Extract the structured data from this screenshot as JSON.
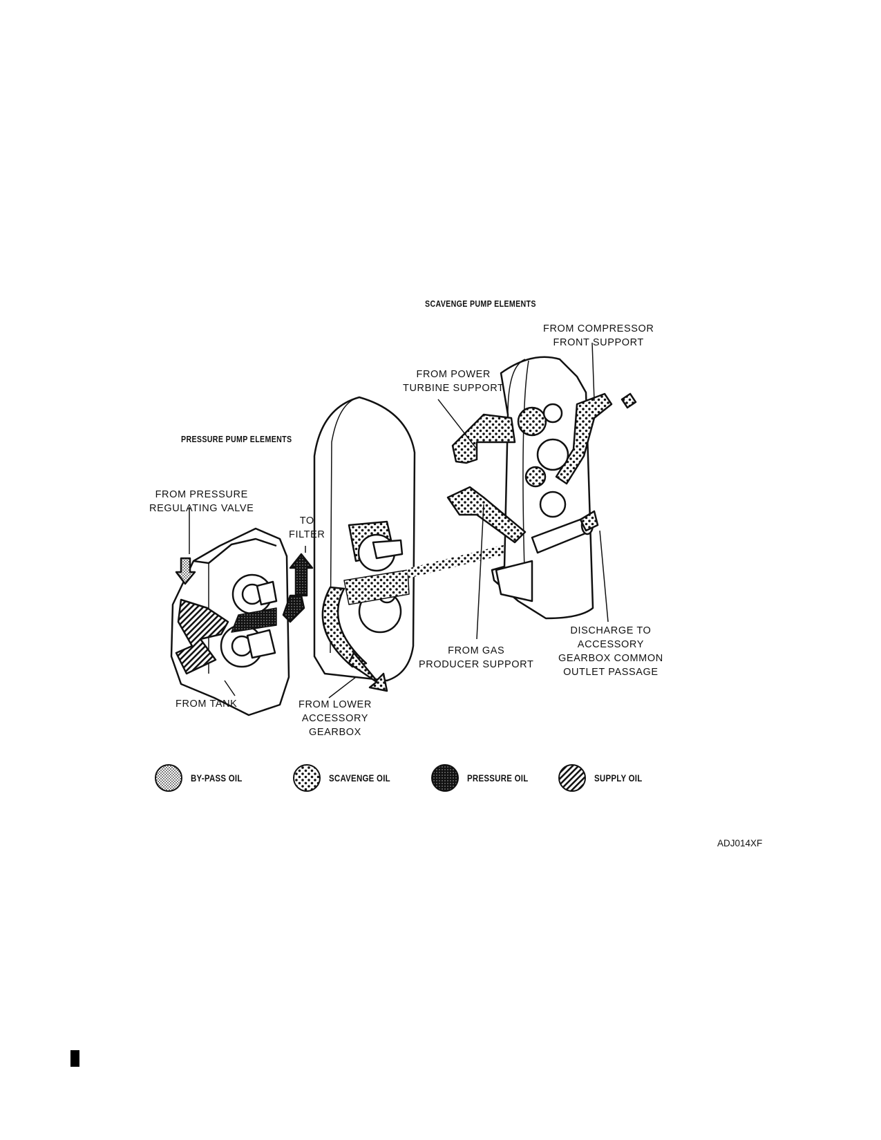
{
  "headers": {
    "scavenge": "SCAVENGE PUMP ELEMENTS",
    "pressure": "PRESSURE PUMP ELEMENTS"
  },
  "labels": {
    "from_compressor": [
      "FROM COMPRESSOR",
      "FRONT SUPPORT"
    ],
    "from_power_turbine": [
      "FROM POWER",
      "TURBINE SUPPORT"
    ],
    "from_pressure_valve": [
      "FROM PRESSURE",
      "REGULATING VALVE"
    ],
    "to_filter": [
      "TO",
      "FILTER"
    ],
    "from_gas_producer": [
      "FROM GAS",
      "PRODUCER SUPPORT"
    ],
    "discharge": [
      "DISCHARGE TO",
      "ACCESSORY",
      "GEARBOX COMMON",
      "OUTLET PASSAGE"
    ],
    "from_tank": [
      "FROM TANK"
    ],
    "from_lower_gearbox": [
      "FROM LOWER",
      "ACCESSORY",
      "GEARBOX"
    ]
  },
  "legend": [
    {
      "pattern": "bypass",
      "label": "BY-PASS OIL"
    },
    {
      "pattern": "scavenge",
      "label": "SCAVENGE OIL"
    },
    {
      "pattern": "pressure",
      "label": "PRESSURE OIL"
    },
    {
      "pattern": "supply",
      "label": "SUPPLY OIL"
    }
  ],
  "figure_id": "ADJ014XF"
}
